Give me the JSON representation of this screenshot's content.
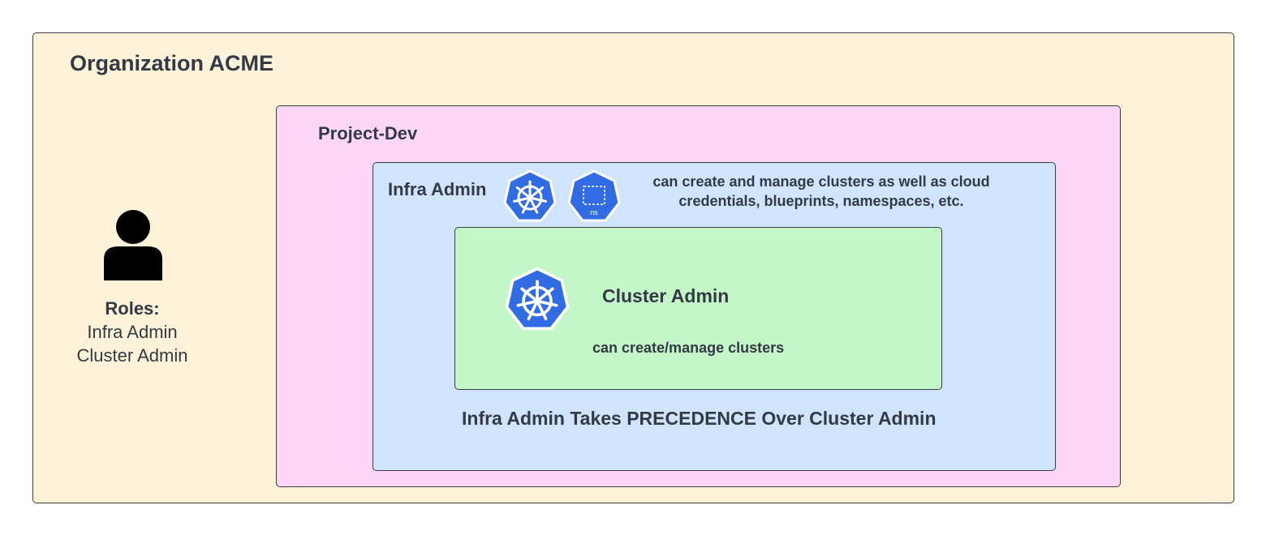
{
  "colors": {
    "organization_fill": "#fef2d8",
    "project_fill": "#fbd6f6",
    "infra_fill": "#d0e4fd",
    "cluster_fill": "#c3f7c8",
    "border": "#3d3d3d",
    "k8s_blue": "#326ce5",
    "text": "#333a45"
  },
  "organization": {
    "title": "Organization ACME"
  },
  "project": {
    "title": "Project-Dev"
  },
  "infra_admin": {
    "title": "Infra Admin",
    "description": "can create and manage clusters as well as cloud credentials, blueprints, namespaces, etc.",
    "icons": [
      "kubernetes-icon",
      "namespace-icon"
    ],
    "ns_label": "ns"
  },
  "cluster_admin": {
    "title": "Cluster Admin",
    "description": "can create/manage clusters",
    "icon": "kubernetes-icon"
  },
  "precedence_note": "Infra Admin Takes PRECEDENCE Over Cluster Admin",
  "user": {
    "icon": "user-icon",
    "roles_heading": "Roles:",
    "roles": [
      "Infra Admin",
      "Cluster Admin"
    ]
  }
}
